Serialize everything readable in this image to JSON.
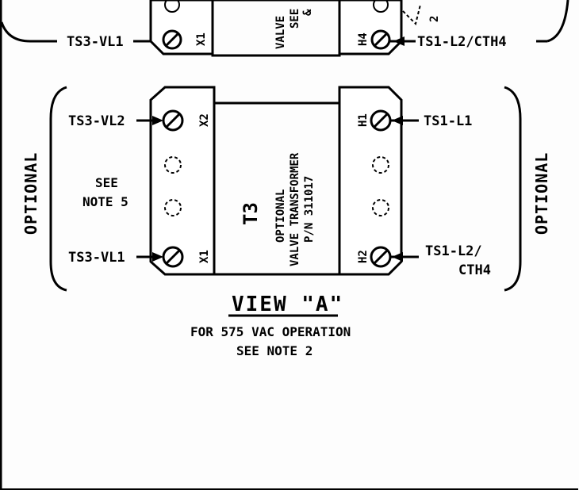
{
  "top_partial": {
    "left_wire_label": "TS3-VL1",
    "left_terminal": "X1",
    "center_text_1": "VALVE",
    "center_text_2": "SEE",
    "center_text_3": "&",
    "right_terminal": "H4",
    "right_wire_label": "TS1-L2/CTH4",
    "marker": "2"
  },
  "view_a": {
    "side_label_left": "OPTIONAL",
    "side_label_right": "OPTIONAL",
    "left_terminals": [
      {
        "wire": "TS3-VL2",
        "terminal": "X2"
      },
      {
        "wire": "TS3-VL1",
        "terminal": "X1"
      }
    ],
    "right_terminals": [
      {
        "wire": "TS1-L1",
        "terminal": "H1"
      },
      {
        "wire_line1": "TS1-L2/",
        "wire_line2": "CTH4",
        "terminal": "H2"
      }
    ],
    "note_line1": "SEE",
    "note_line2": "NOTE 5",
    "transformer_id": "T3",
    "transformer_line1": "OPTIONAL",
    "transformer_line2": "VALVE TRANSFORMER",
    "transformer_line3": "P/N 311017",
    "view_title": "VIEW \"A\"",
    "caption_line1": "FOR 575 VAC OPERATION",
    "caption_line2": "SEE NOTE 2"
  }
}
